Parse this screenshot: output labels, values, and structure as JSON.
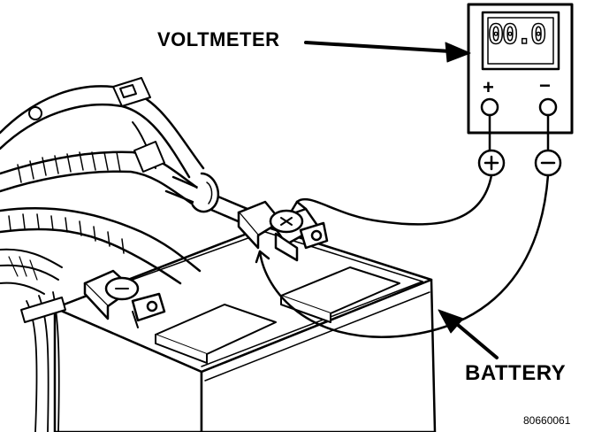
{
  "labels": {
    "voltmeter": "VOLTMETER",
    "battery": "BATTERY",
    "figure_id": "80660061"
  },
  "meter": {
    "reading": "00.0",
    "plus_sign": "+",
    "minus_sign": "−"
  },
  "colors": {
    "ink": "#000000",
    "paper": "#ffffff"
  }
}
